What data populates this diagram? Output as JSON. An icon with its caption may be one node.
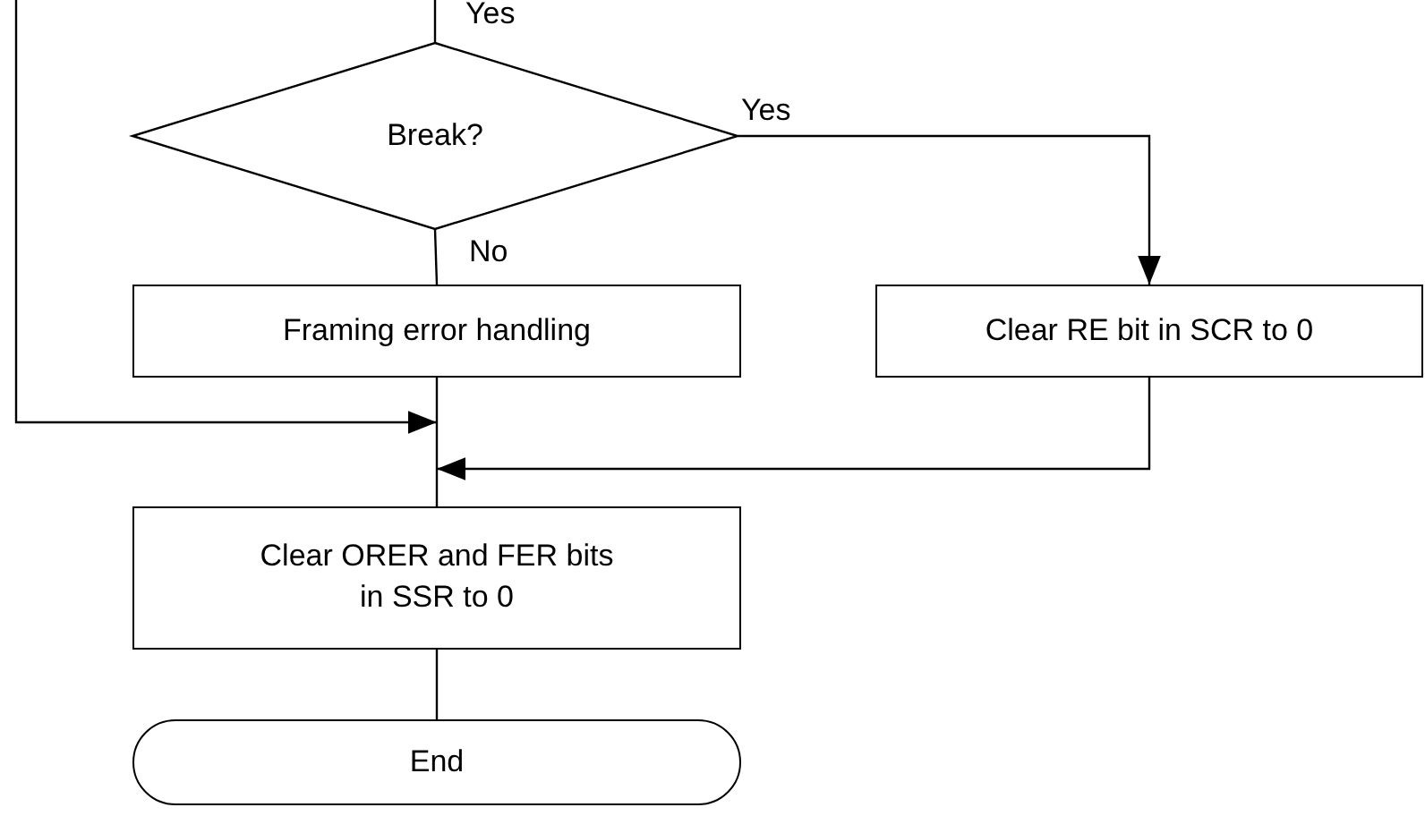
{
  "diagram": {
    "nodes": [
      {
        "text": [
          "Break?"
        ]
      },
      {
        "text": [
          "Framing error handling"
        ]
      },
      {
        "text": [
          "Clear RE bit in SCR to 0"
        ]
      },
      {
        "text": [
          "Clear ORER and FER bits in SSR to 0"
        ]
      },
      {
        "text": [
          "End"
        ]
      }
    ],
    "edges": [
      {
        "from": null,
        "to": 0,
        "arrow": "none",
        "label": "Yes"
      },
      {
        "from": 0,
        "to": 2,
        "arrow": "to",
        "label": "Yes"
      },
      {
        "from": 0,
        "to": 1,
        "arrow": "none",
        "label": "No"
      },
      {
        "from": 1,
        "to": 3,
        "arrow": "none"
      },
      {
        "from": 2,
        "to": 3,
        "arrow": "to"
      },
      {
        "from": null,
        "to": 3,
        "arrow": "to"
      },
      {
        "from": 3,
        "to": 4,
        "arrow": "none"
      }
    ]
  }
}
